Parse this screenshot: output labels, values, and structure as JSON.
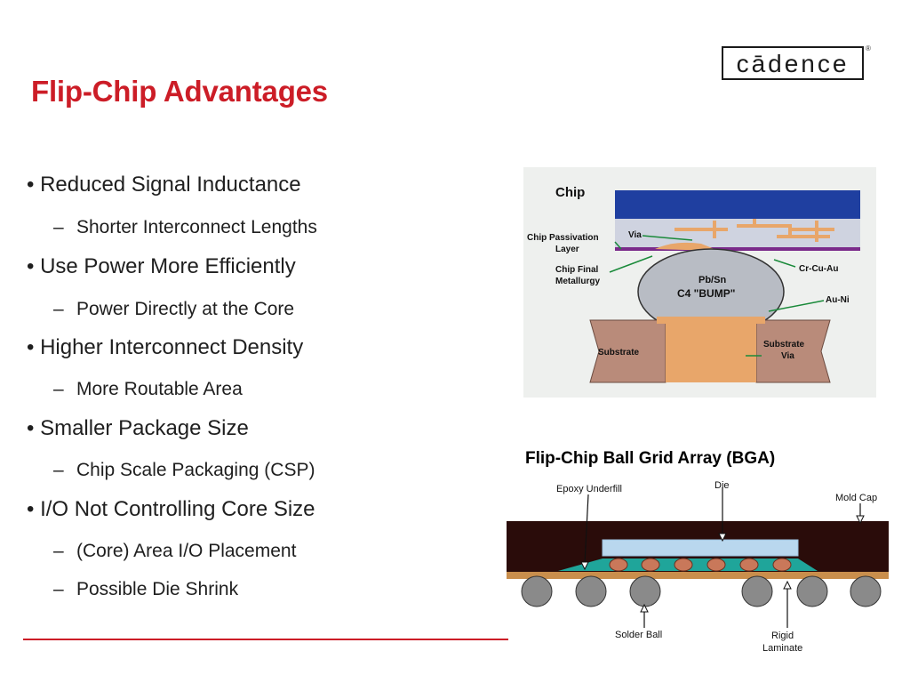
{
  "title": "Flip-Chip Advantages",
  "logo": {
    "text": "cādence",
    "registered": "®"
  },
  "bullets": [
    {
      "text": "• Reduced Signal Inductance",
      "subs": [
        "Shorter Interconnect Lengths"
      ]
    },
    {
      "text": "• Use Power More Efficiently",
      "subs": [
        "Power Directly at the Core"
      ]
    },
    {
      "text": "• Higher Interconnect Density",
      "subs": [
        "More Routable Area"
      ]
    },
    {
      "text": "• Smaller Package Size",
      "subs": [
        "Chip Scale Packaging (CSP)"
      ]
    },
    {
      "text": "• I/O Not Controlling Core Size",
      "subs": [
        "(Core) Area I/O Placement",
        "Possible Die Shrink"
      ]
    }
  ],
  "sub_marker": "–",
  "bump_diagram": {
    "chip": "Chip",
    "via": "Via",
    "chip_passivation_layer": [
      "Chip Passivation",
      "Layer"
    ],
    "chip_final_metallurgy": [
      "Chip Final",
      "Metallurgy"
    ],
    "pbsn": "Pb/Sn",
    "c4_bump": "C4 \"BUMP\"",
    "cr_cu_au": "Cr-Cu-Au",
    "au_ni": "Au-Ni",
    "substrate": "Substrate",
    "substrate_via": [
      "Substrate",
      "Via"
    ]
  },
  "bga_diagram": {
    "caption": "Flip-Chip Ball Grid Array (BGA)",
    "epoxy_underfill": "Epoxy Underfill",
    "die": "Die",
    "mold_cap": "Mold Cap",
    "solder_ball": "Solder Ball",
    "rigid_laminate": [
      "Rigid",
      "Laminate"
    ]
  },
  "colors": {
    "title": "#cc1d27",
    "text": "#1f1f1f",
    "rule": "#cc1d27"
  }
}
